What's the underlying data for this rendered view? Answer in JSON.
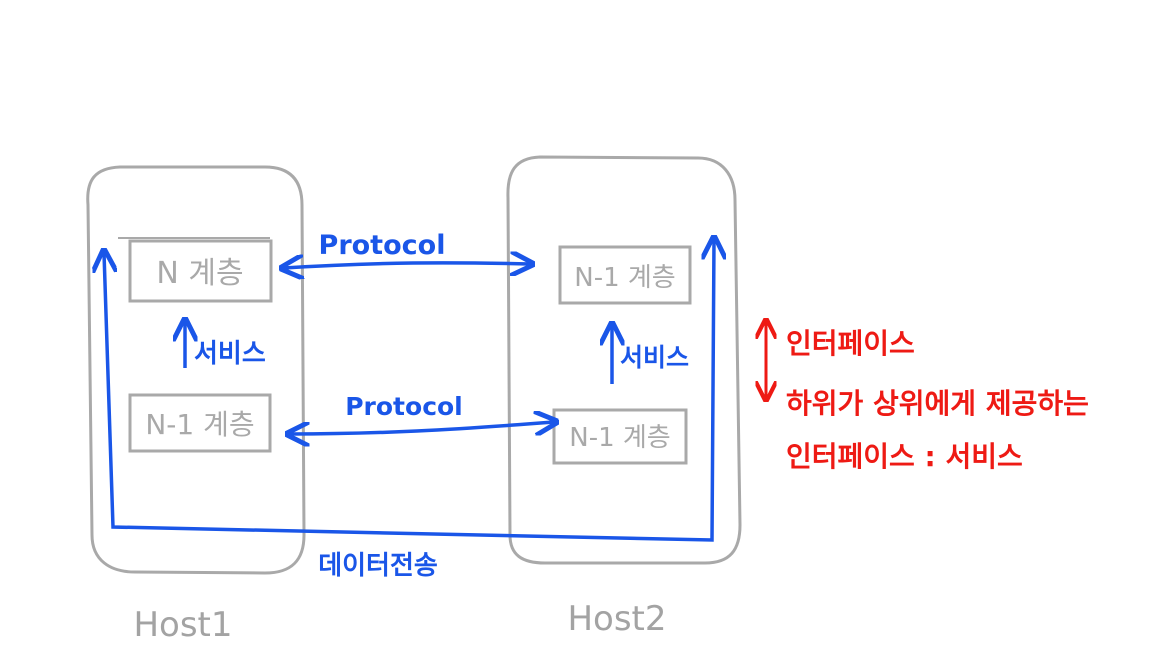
{
  "colors": {
    "gray": "#a9a9a9",
    "blue": "#1a56e8",
    "red": "#ee1a14"
  },
  "host1": {
    "label": "Host1",
    "upper_layer": "N 계층",
    "lower_layer": "N-1 계층"
  },
  "host2": {
    "label": "Host2",
    "upper_layer": "N-1 계층",
    "lower_layer": "N-1 계층"
  },
  "links": {
    "protocol_top": "Protocol",
    "protocol_bottom": "Protocol",
    "service_left": "서비스",
    "service_right": "서비스",
    "data_transfer": "데이터전송"
  },
  "annotation": {
    "line1": "인터페이스",
    "line2": "하위가 상위에게 제공하는",
    "line3": "인터페이스 : 서비스"
  }
}
